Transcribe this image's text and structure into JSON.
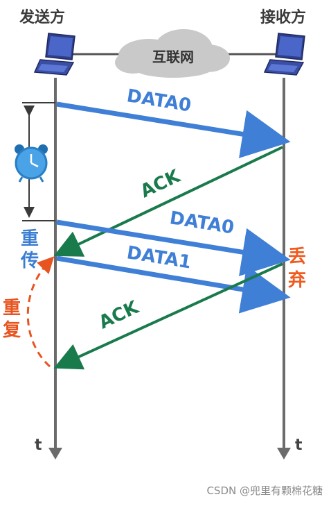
{
  "sender_label": "发送方",
  "receiver_label": "接收方",
  "network_label": "互联网",
  "messages": {
    "data0_first": "DATA0",
    "ack_first": "ACK",
    "data0_retransmit": "DATA0",
    "data1": "DATA1",
    "ack_second": "ACK"
  },
  "retransmit_label": [
    "重",
    "传"
  ],
  "duplicate_label": [
    "重",
    "复"
  ],
  "discard_label": [
    "丢",
    "弃"
  ],
  "time_label_left": "t",
  "time_label_right": "t",
  "watermark": "CSDN @兜里有颗棉花糖",
  "colors": {
    "data_arrow": "#3f7fd6",
    "ack_arrow": "#197a4c",
    "discard_text": "#ef5a1e",
    "duplicate_text": "#e8541f",
    "retransmit_text": "#3b7dd1",
    "timeline": "#6b6b6b",
    "cloud": "#c9c9c9"
  },
  "icons": [
    "laptop-icon",
    "cloud-icon",
    "alarm-clock-icon"
  ]
}
